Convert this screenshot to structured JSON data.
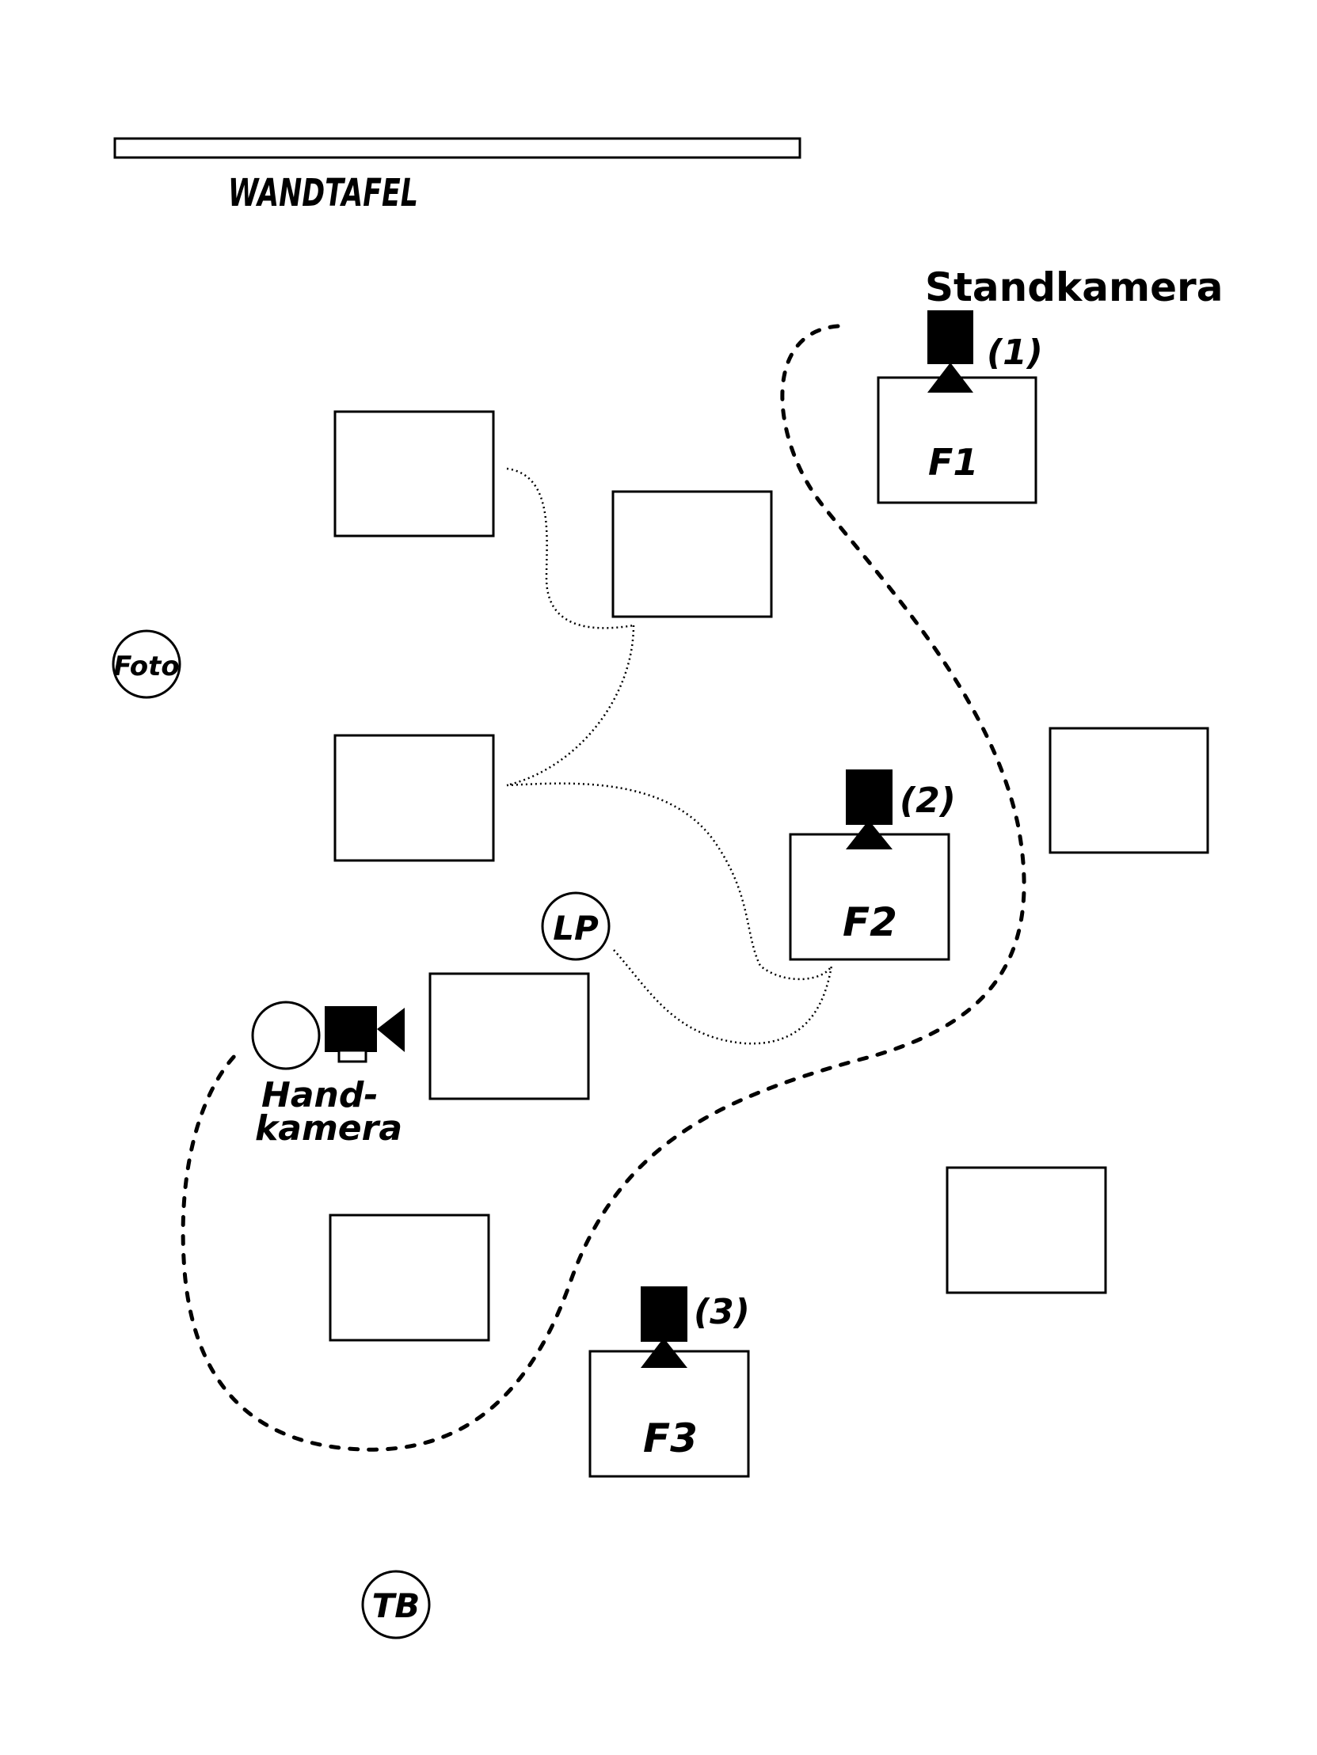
{
  "colors": {
    "ink": "#000000",
    "paper": "#ffffff"
  },
  "board": {
    "label": "WANDTAFEL"
  },
  "stationary_camera": {
    "label": "Standkamera",
    "icon": "camera-on-tripod-icon"
  },
  "handheld_camera": {
    "label_line1": "Hand-",
    "label_line2": "kamera",
    "icon": "video-camera-icon"
  },
  "circles": {
    "photo": "Foto",
    "teacher": "LP",
    "tb": "TB"
  },
  "camera_markers": [
    {
      "number": "(1)",
      "desk": "F1"
    },
    {
      "number": "(2)",
      "desk": "F2"
    },
    {
      "number": "(3)",
      "desk": "F3"
    }
  ]
}
